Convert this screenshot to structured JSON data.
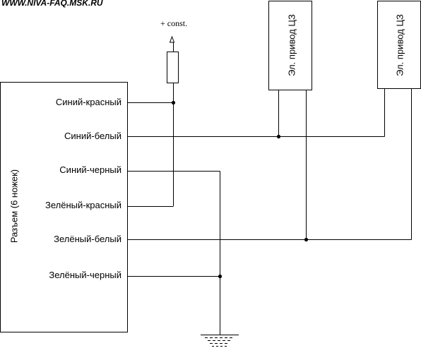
{
  "site": "WWW.NIVA-FAQ.MSK.RU",
  "supply_label": "+ const.",
  "connector_label": "Разъем (6 ножек)",
  "actuator_label": "Эл. привод ЦЗ",
  "pins": [
    "Синий-красный",
    "Синий-белый",
    "Синий-черный",
    "Зелёный-красный",
    "Зелёный-белый",
    "Зелёный-черный"
  ]
}
